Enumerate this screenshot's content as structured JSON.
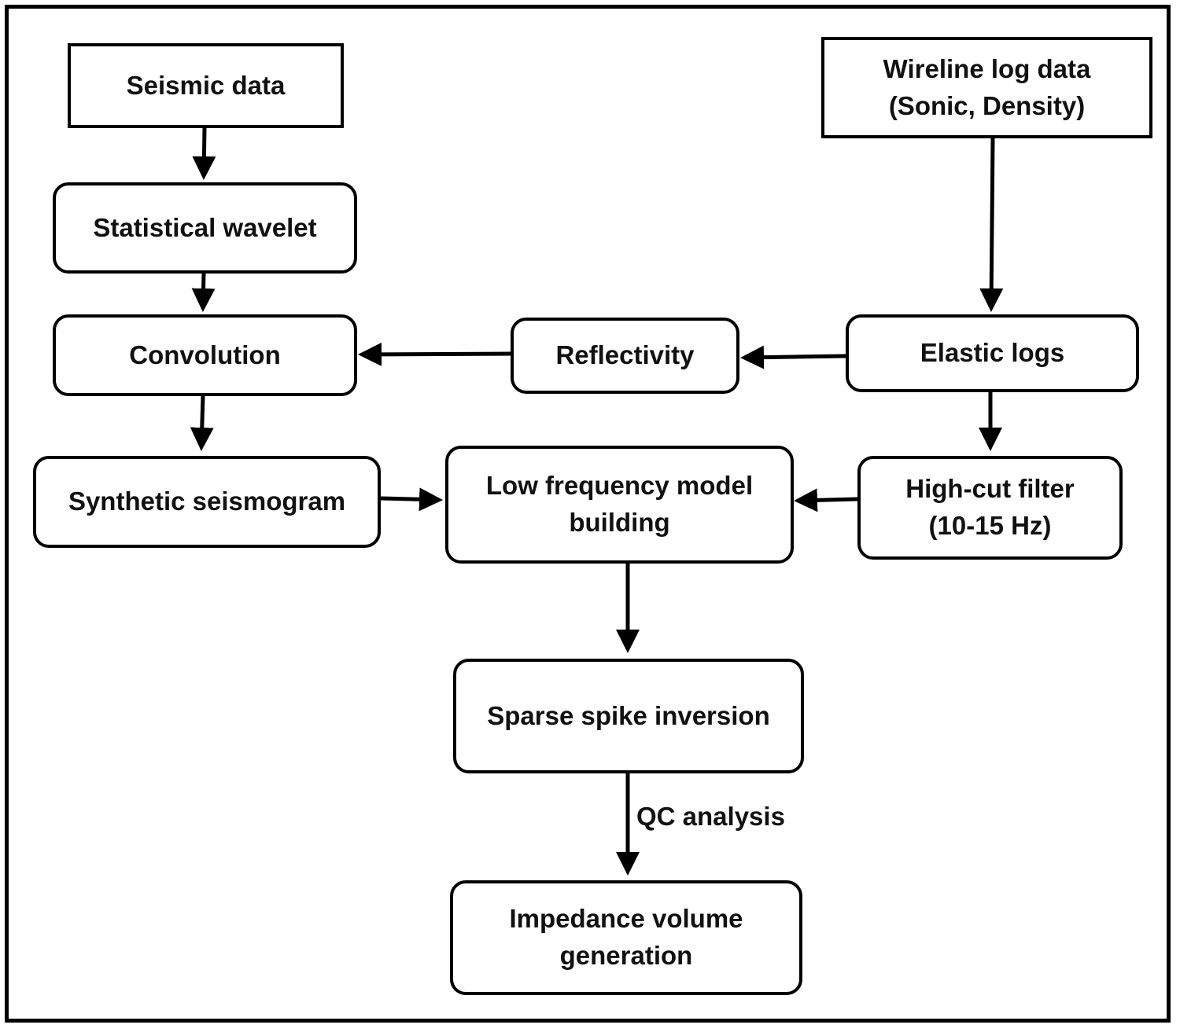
{
  "nodes": {
    "seismic_data": [
      "Seismic data"
    ],
    "wireline_log_data": [
      "Wireline log data",
      "(Sonic, Density)"
    ],
    "statistical_wavelet": [
      "Statistical wavelet"
    ],
    "convolution": [
      "Convolution"
    ],
    "reflectivity": [
      "Reflectivity"
    ],
    "elastic_logs": [
      "Elastic logs"
    ],
    "synthetic_seismogram": [
      "Synthetic seismogram"
    ],
    "low_frequency_model": [
      "Low frequency model",
      "building"
    ],
    "high_cut_filter": [
      "High-cut filter",
      "(10-15 Hz)"
    ],
    "sparse_spike_inversion": [
      "Sparse spike inversion"
    ],
    "impedance_volume": [
      "Impedance volume",
      "generation"
    ]
  },
  "edges": [
    {
      "from": "seismic_data",
      "to": "statistical_wavelet"
    },
    {
      "from": "statistical_wavelet",
      "to": "convolution"
    },
    {
      "from": "convolution",
      "to": "synthetic_seismogram"
    },
    {
      "from": "wireline_log_data",
      "to": "elastic_logs"
    },
    {
      "from": "elastic_logs",
      "to": "reflectivity"
    },
    {
      "from": "reflectivity",
      "to": "convolution"
    },
    {
      "from": "elastic_logs",
      "to": "high_cut_filter"
    },
    {
      "from": "synthetic_seismogram",
      "to": "low_frequency_model"
    },
    {
      "from": "high_cut_filter",
      "to": "low_frequency_model"
    },
    {
      "from": "low_frequency_model",
      "to": "sparse_spike_inversion"
    },
    {
      "from": "sparse_spike_inversion",
      "to": "impedance_volume",
      "label": "QC analysis"
    }
  ],
  "edge_labels": {
    "qc_analysis": "QC analysis"
  }
}
